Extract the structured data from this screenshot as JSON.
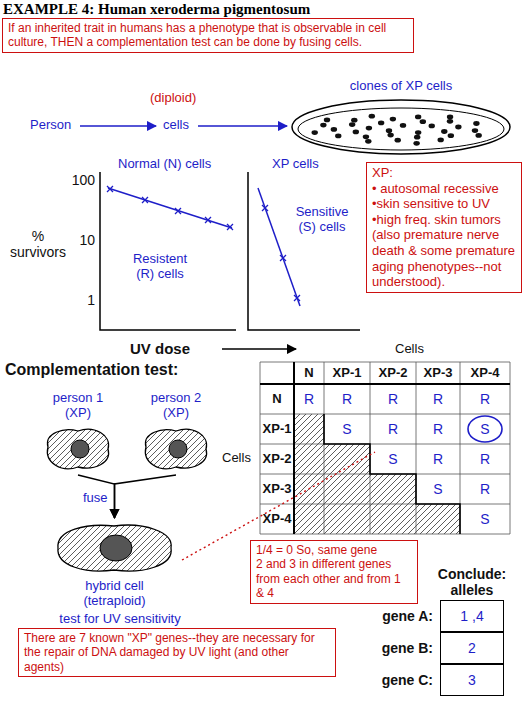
{
  "diagram": {
    "title": "EXAMPLE 4: Human xeroderma pigmentosum",
    "nodes": [
      {
        "text": [
          "If an inherited trait in humans has a phenotype that is observable in cell culture, THEN a complementation test can be done by fusing cells."
        ]
      },
      {
        "text": [
          "clones of XP cells"
        ]
      },
      {
        "text": [
          "XP:",
          "• autosomal recessive",
          "•skin sensitive to UV",
          "•high freq. skin tumors",
          "(also premature nerve death & some premature aging phenotypes--not understood)."
        ]
      },
      {
        "text": [
          "person 1 (XP)"
        ]
      },
      {
        "text": [
          "person 2 (XP)"
        ]
      },
      {
        "text": [
          "hybrid cell (tetraploid)"
        ]
      },
      {
        "text": [
          "1/4 = 0 So, same gene",
          "2 and 3 in different genes from each other and from 1 & 4"
        ]
      },
      {
        "text": [
          "1 ,4"
        ]
      },
      {
        "text": [
          "2"
        ]
      },
      {
        "text": [
          "3"
        ]
      },
      {
        "text": [
          "There are 7 known \"XP\" genes--they are necessary for the repair of DNA damaged by UV light (and other agents)"
        ]
      }
    ],
    "edges": [
      {
        "from": 3,
        "to": 5,
        "arrow": "to",
        "label": "fuse"
      },
      {
        "from": 4,
        "to": 5,
        "arrow": "to"
      }
    ],
    "labels": [
      "Person",
      "(diploid)",
      "cells",
      "100",
      "10",
      "1",
      "% survivors",
      "Normal (N) cells",
      "Resistent (R) cells",
      "XP cells",
      "Sensitive (S) cells",
      "UV dose",
      "Complementation test:",
      "Cells",
      "N",
      "XP-1",
      "XP-2",
      "XP-3",
      "XP-4",
      "Cells",
      "N",
      "XP-1",
      "XP-2",
      "XP-3",
      "XP-4",
      "R",
      "R",
      "R",
      "R",
      "R",
      "S",
      "R",
      "R",
      "S",
      "S",
      "R",
      "R",
      "S",
      "R",
      "S",
      "test for UV sensitivity",
      "Conclude: alleles",
      "gene A:",
      "gene B:",
      "gene C:"
    ]
  }
}
